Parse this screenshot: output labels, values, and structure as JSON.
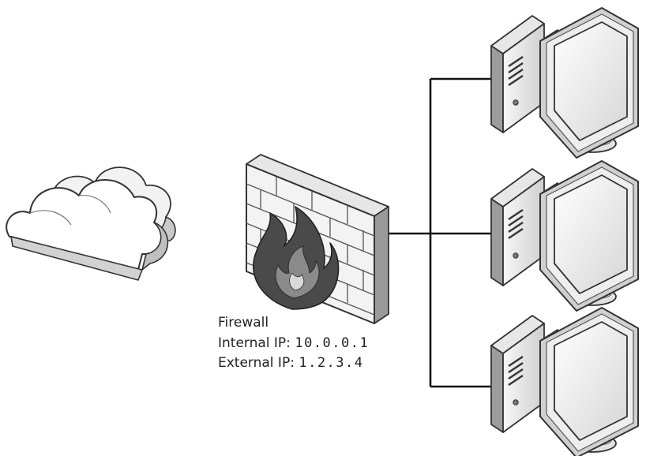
{
  "firewall": {
    "title": "Firewall",
    "internal_label": "Internal IP: ",
    "internal_ip": "10.0.0.1",
    "external_label": "External IP: ",
    "external_ip": "1.2.3.4"
  },
  "nodes": [
    {
      "name": "internet-cloud-icon"
    },
    {
      "name": "firewall-icon"
    },
    {
      "name": "computer-icon"
    },
    {
      "name": "computer-icon"
    },
    {
      "name": "computer-icon"
    }
  ],
  "colors": {
    "line": "#111111",
    "outline": "#333333",
    "fill_light": "#f4f4f4",
    "fill_mid": "#d9d9d9",
    "fill_dark": "#9a9a9a",
    "flame": "#4a4a4a"
  }
}
